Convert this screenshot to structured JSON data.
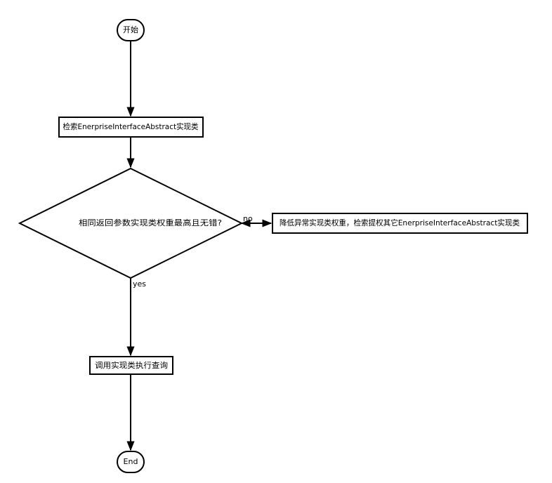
{
  "diagram": {
    "colors": {
      "stroke": "#000000",
      "fill": "#ffffff",
      "text": "#000000"
    },
    "nodes": {
      "start": {
        "label": "开始",
        "shape": "terminator"
      },
      "search": {
        "label": "检索EnerpriseInterfaceAbstract实现类",
        "shape": "process"
      },
      "decision": {
        "label": "相同返回参数实现类权重最高且无错?",
        "shape": "decision"
      },
      "lower": {
        "label": "降低异常实现类权重，检索提权其它EnerpriseInterfaceAbstract实现类",
        "shape": "process"
      },
      "invoke": {
        "label": "调用实现类执行查询",
        "shape": "process"
      },
      "end": {
        "label": "End",
        "shape": "terminator"
      }
    },
    "edges": {
      "no_label": "no",
      "yes_label": "yes"
    }
  }
}
